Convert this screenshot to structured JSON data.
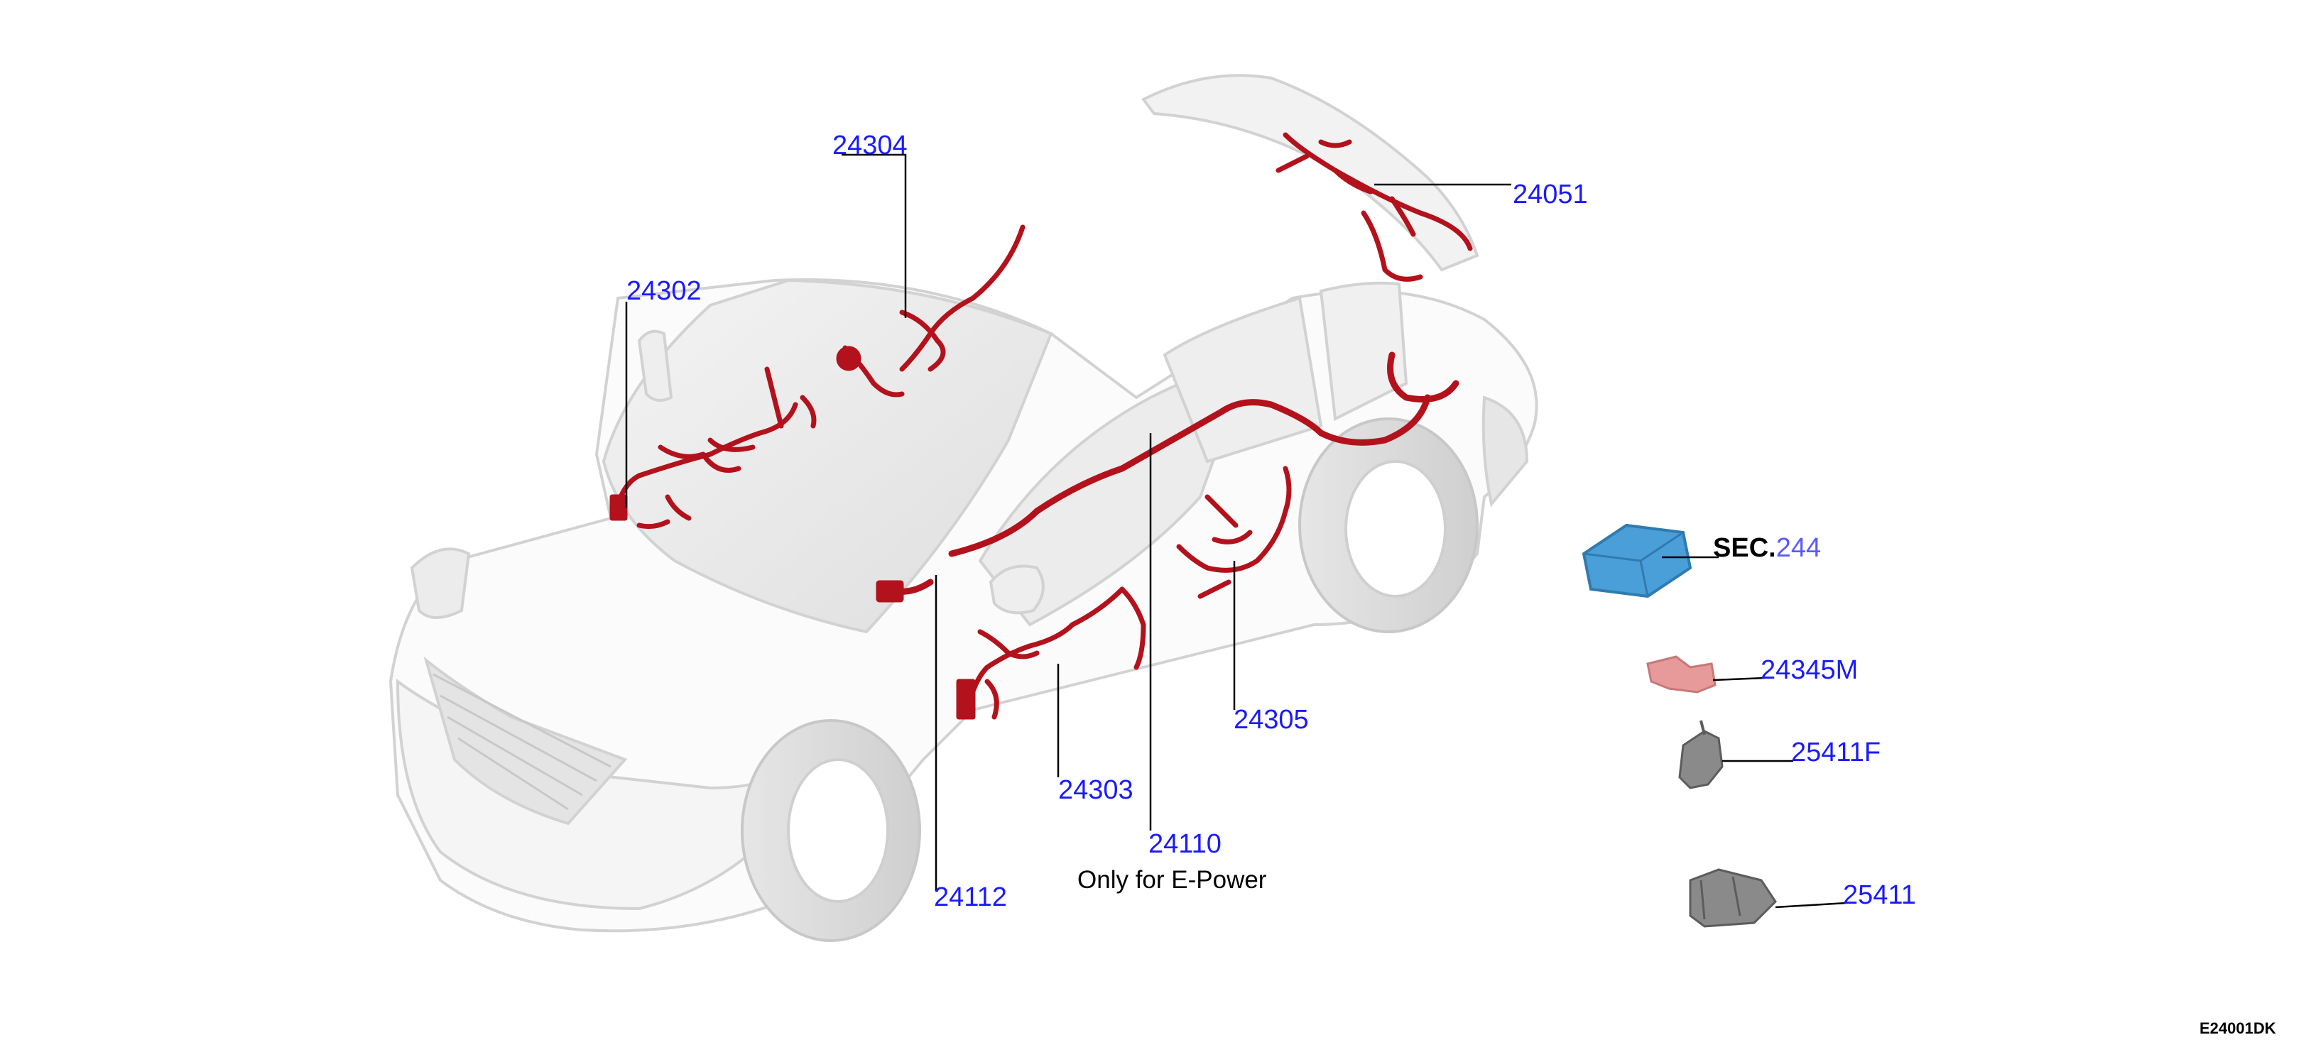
{
  "colors": {
    "label": "#1a1aff",
    "harness": "#b3121c",
    "vehicle": "#d9d9d9",
    "ecu_unit": "#4a9fd8",
    "bracket_pink": "#e79a9a",
    "bracket_grey": "#8a8a8a"
  },
  "parts": [
    {
      "id": "p24304",
      "number": "24304"
    },
    {
      "id": "p24302",
      "number": "24302"
    },
    {
      "id": "p24051",
      "number": "24051"
    },
    {
      "id": "p24305",
      "number": "24305"
    },
    {
      "id": "p24303",
      "number": "24303"
    },
    {
      "id": "p24110",
      "number": "24110"
    },
    {
      "id": "p24112",
      "number": "24112"
    },
    {
      "id": "p24345M",
      "number": "24345M"
    },
    {
      "id": "p25411F",
      "number": "25411F"
    },
    {
      "id": "p25411",
      "number": "25411"
    }
  ],
  "section_ref": {
    "prefix": "SEC.",
    "number": "244"
  },
  "note": "Only for E-Power",
  "drawing_code": "E24001DK"
}
